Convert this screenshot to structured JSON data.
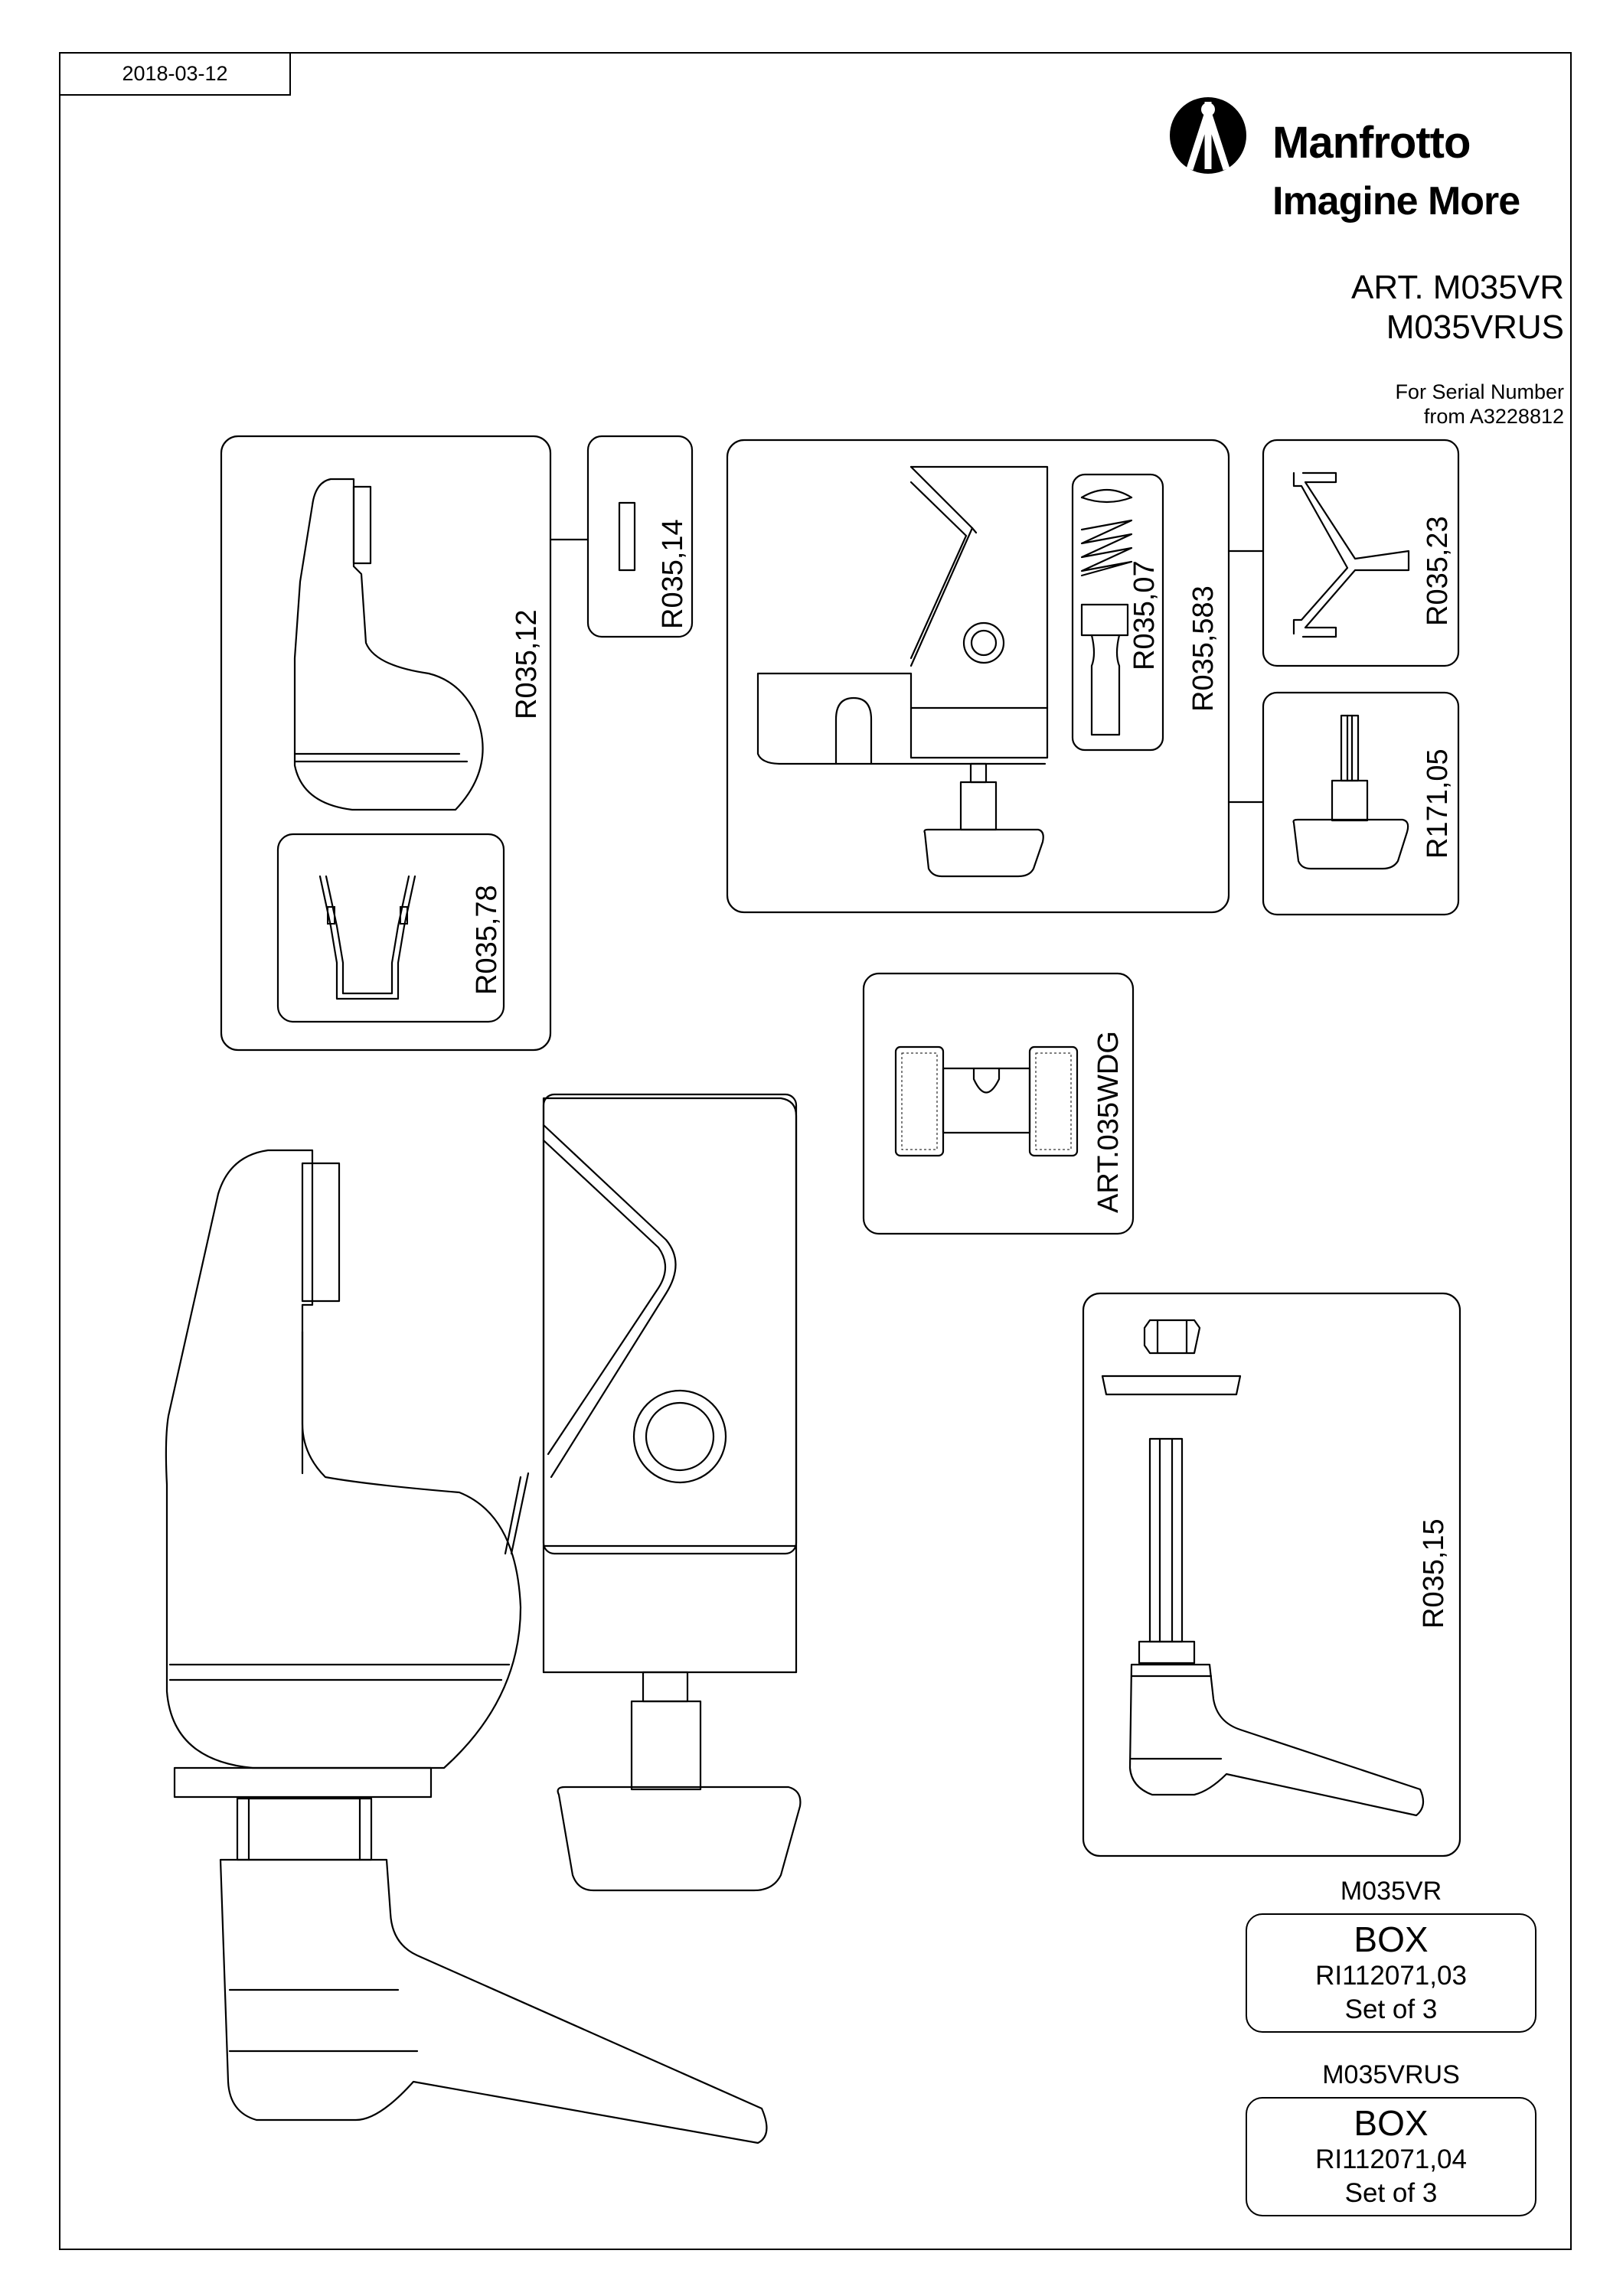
{
  "header": {
    "date": "2018-03-12",
    "brand": "Manfrotto",
    "tagline": "Imagine More",
    "article_line1": "ART. M035VR",
    "article_line2": "M035VRUS",
    "serial_line1": "For Serial Number",
    "serial_line2": "from A3228812"
  },
  "parts": {
    "r035_12": "R035,12",
    "r035_14": "R035,14",
    "r035_78": "R035,78",
    "r035_07": "R035,07",
    "r035_583": "R035,583",
    "r035_23": "R035,23",
    "r171_05": "R171,05",
    "art_035wdg": "ART.035WDG",
    "r035_15": "R035,15"
  },
  "packaging": [
    {
      "title": "M035VR",
      "label": "BOX",
      "code": "RI112071,03",
      "quantity": "Set of 3"
    },
    {
      "title": "M035VRUS",
      "label": "BOX",
      "code": "RI112071,04",
      "quantity": "Set of 3"
    }
  ]
}
